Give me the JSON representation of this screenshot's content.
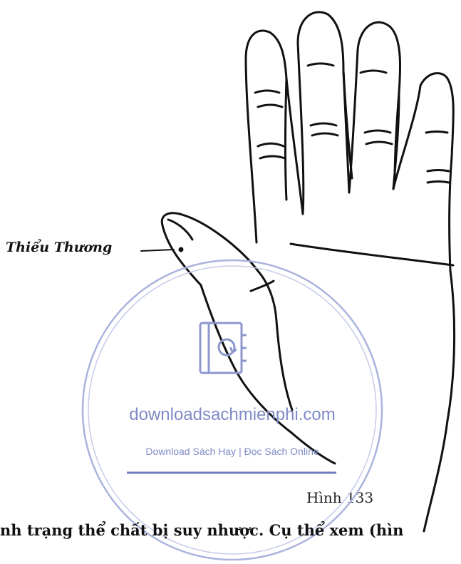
{
  "figure": {
    "point_label": "Thiểu Thương",
    "caption": "Hình 133"
  },
  "body": {
    "text_line": "nh trạng thể chất bị suy nhược. Cụ thể xem (hìn"
  },
  "watermark": {
    "url": "downloadsachmienphi.com",
    "tagline": "Download Sách Hay | Đọc Sách Online",
    "color": "#7f8bc6"
  }
}
